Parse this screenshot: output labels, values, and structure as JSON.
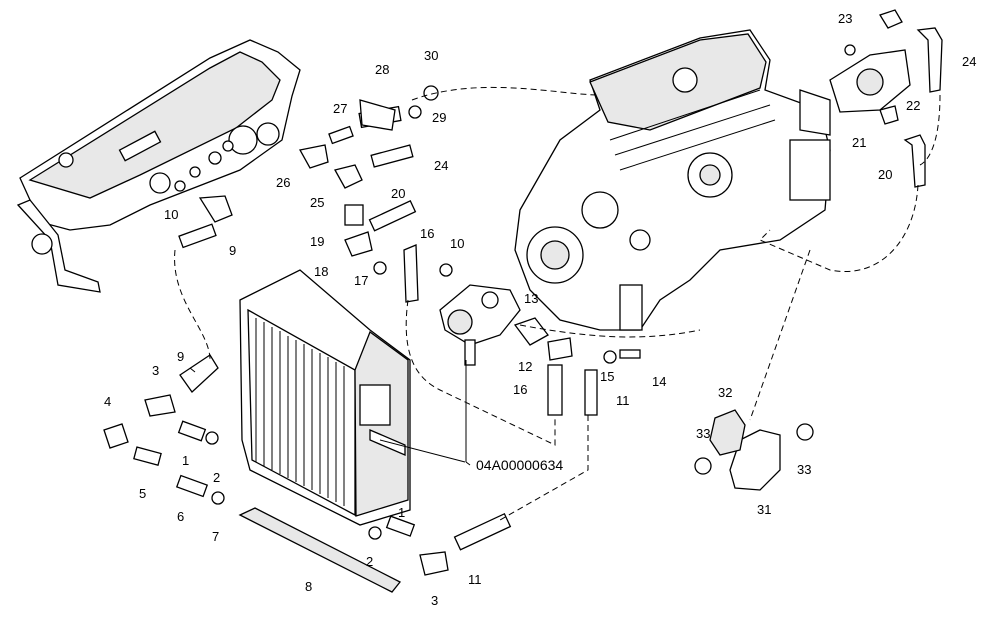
{
  "diagram": {
    "code": "04A00000634",
    "callouts": [
      "1",
      "1",
      "2",
      "2",
      "3",
      "3",
      "4",
      "5",
      "6",
      "7",
      "8",
      "9",
      "9",
      "10",
      "10",
      "11",
      "11",
      "12",
      "13",
      "14",
      "15",
      "16",
      "16",
      "17",
      "18",
      "19",
      "20",
      "20",
      "21",
      "22",
      "23",
      "24",
      "24",
      "25",
      "26",
      "27",
      "28",
      "29",
      "30",
      "31",
      "32",
      "33",
      "33"
    ]
  }
}
